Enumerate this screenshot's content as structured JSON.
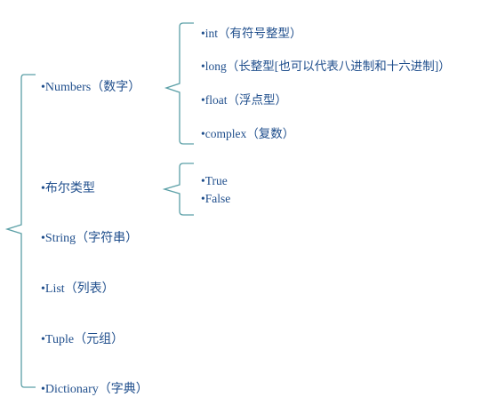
{
  "diagram": {
    "line_color": "#5a9fa6",
    "text_color": "#1f4e8c",
    "root_children": [
      "•Numbers（数字）",
      "•布尔类型",
      "•String（字符串）",
      "•List（列表）",
      "•Tuple（元组）",
      "•Dictionary（字典）"
    ],
    "numbers_children": [
      "•int（有符号整型）",
      "•long（长整型[也可以代表八进制和十六进制]）",
      "•float（浮点型）",
      "•complex（复数）"
    ],
    "bool_children": [
      "•True",
      "•False"
    ]
  }
}
